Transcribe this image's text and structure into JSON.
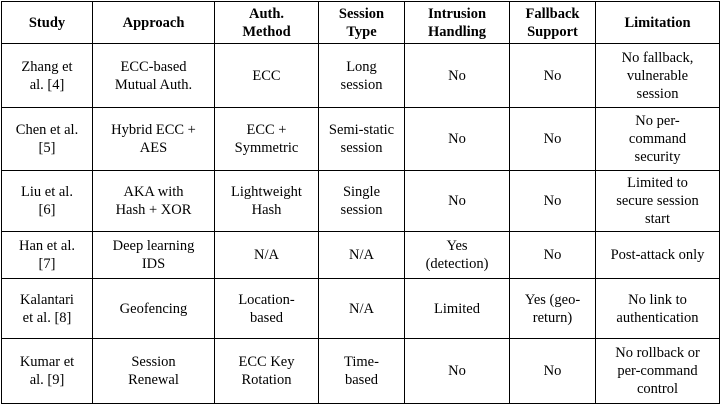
{
  "table": {
    "headers": [
      "Study",
      "Approach",
      "Auth.\nMethod",
      "Session\nType",
      "Intrusion\nHandling",
      "Fallback\nSupport",
      "Limitation"
    ],
    "rows": [
      [
        "Zhang et\nal. [4]",
        "ECC-based\nMutual Auth.",
        "ECC",
        "Long\nsession",
        "No",
        "No",
        "No fallback,\nvulnerable\nsession"
      ],
      [
        "Chen et al.\n[5]",
        "Hybrid ECC +\nAES",
        "ECC +\nSymmetric",
        "Semi-static\nsession",
        "No",
        "No",
        "No per-\ncommand\nsecurity"
      ],
      [
        "Liu et al.\n[6]",
        "AKA with\nHash + XOR",
        "Lightweight\nHash",
        "Single\nsession",
        "No",
        "No",
        "Limited to\nsecure session\nstart"
      ],
      [
        "Han et al.\n[7]",
        "Deep learning\nIDS",
        "N/A",
        "N/A",
        "Yes\n(detection)",
        "No",
        "Post-attack only"
      ],
      [
        "Kalantari\net al. [8]",
        "Geofencing",
        "Location-\nbased",
        "N/A",
        "Limited",
        "Yes (geo-\nreturn)",
        "No link to\nauthentication"
      ],
      [
        "Kumar et\nal. [9]",
        "Session\nRenewal",
        "ECC Key\nRotation",
        "Time-\nbased",
        "No",
        "No",
        "No rollback or\nper-command\ncontrol"
      ]
    ]
  }
}
